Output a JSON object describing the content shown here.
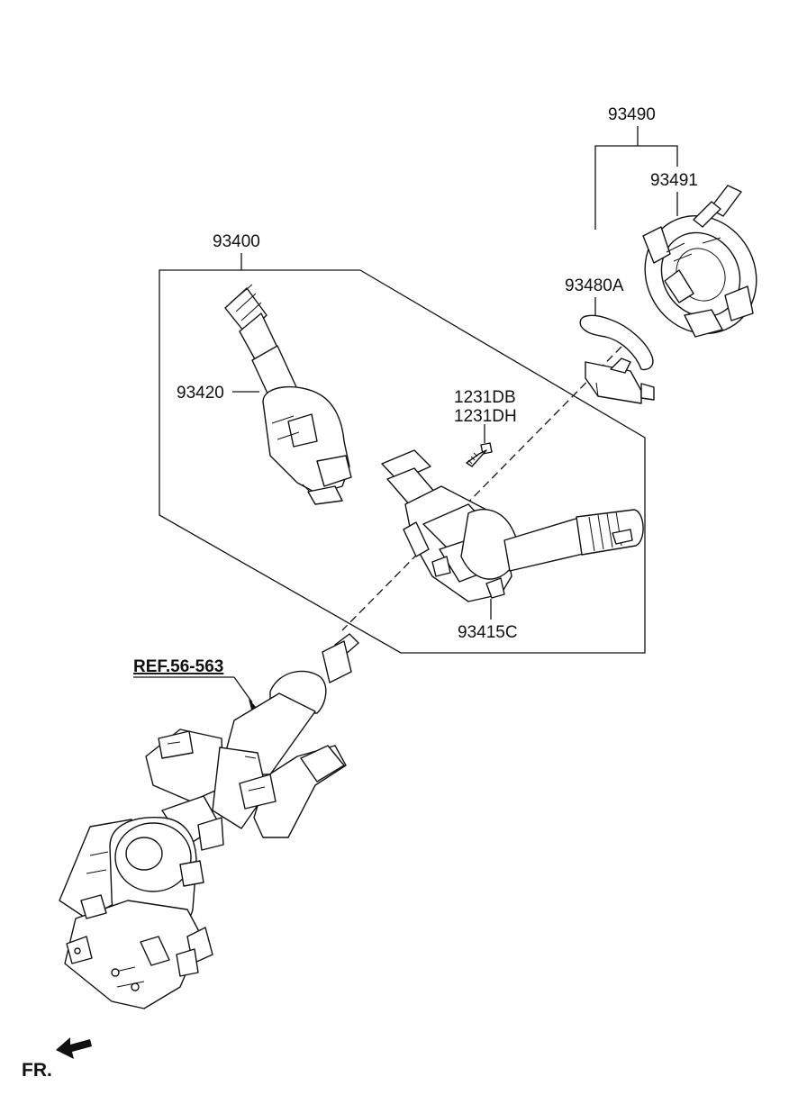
{
  "labels": {
    "p93490": "93490",
    "p93491": "93491",
    "p93400": "93400",
    "p93480a": "93480A",
    "p93420": "93420",
    "p1231db": "1231DB",
    "p1231dh": "1231DH",
    "p93415c": "93415C",
    "ref": "REF.56-563",
    "fr": "FR."
  }
}
